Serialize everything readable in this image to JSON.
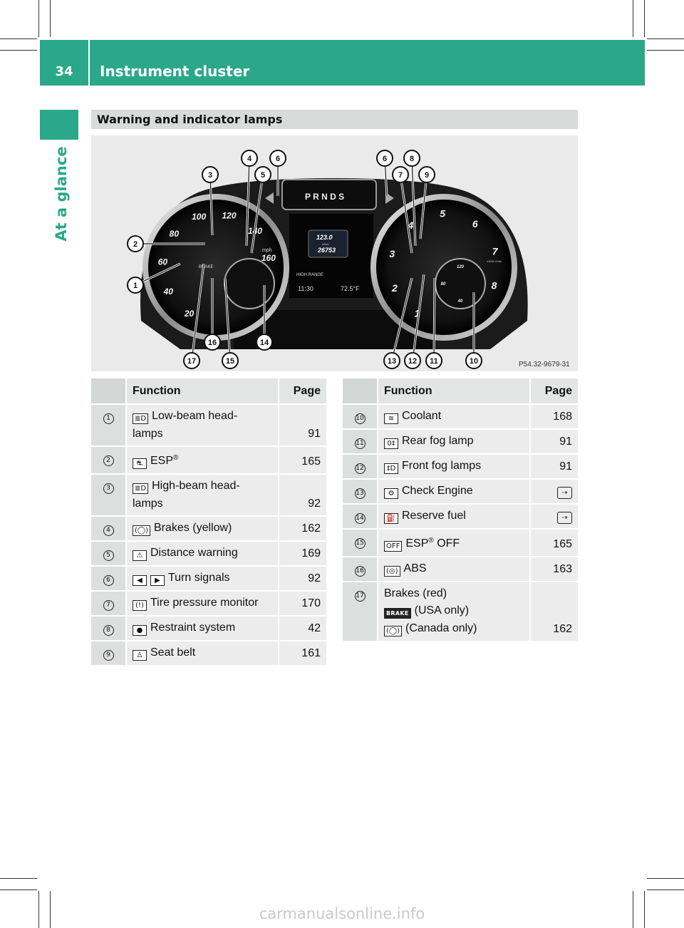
{
  "header": {
    "page_number": "34",
    "chapter_title": "Instrument cluster"
  },
  "side_tab": {
    "label": "At a glance"
  },
  "section_heading": "Warning and indicator lamps",
  "figure": {
    "code": "P54.32-9679-31",
    "display": {
      "gear_indicator": "P R N D S",
      "trip": "123.0",
      "trip_unit": "miles",
      "odometer": "26753",
      "range_label": "HIGH RANGE",
      "time": "11:30",
      "temperature": "72.5°F",
      "speed_unit": "mph",
      "tach_unit": "x1000 r/min",
      "brake_label": "BRAKE",
      "speed_ticks": [
        "20",
        "40",
        "60",
        "80",
        "100",
        "120",
        "140",
        "160"
      ],
      "rpm_ticks": [
        "1",
        "2",
        "3",
        "4",
        "5",
        "6",
        "7",
        "8"
      ],
      "coolant_ticks": [
        "40",
        "80",
        "120"
      ]
    },
    "callouts": [
      "1",
      "2",
      "3",
      "4",
      "5",
      "6",
      "6",
      "7",
      "8",
      "9",
      "10",
      "11",
      "12",
      "13",
      "14",
      "15",
      "16",
      "17"
    ]
  },
  "table_left": {
    "headers": {
      "function": "Function",
      "page": "Page"
    },
    "rows": [
      {
        "num": "1",
        "icon": "≣D",
        "name": "low-beam-icon",
        "text": "Low-beam head-",
        "text2": "lamps",
        "page": "91"
      },
      {
        "num": "2",
        "icon": "⛐",
        "name": "esp-icon",
        "text": "ESP",
        "sup": "®",
        "page": "165"
      },
      {
        "num": "3",
        "icon": "≣D",
        "name": "high-beam-icon",
        "text": "High-beam head-",
        "text2": "lamps",
        "page": "92"
      },
      {
        "num": "4",
        "icon": "(◯)",
        "name": "brake-yellow-icon",
        "text": "Brakes (yellow)",
        "page": "162"
      },
      {
        "num": "5",
        "icon": "⚠",
        "name": "distance-warning-icon",
        "text": "Distance warning",
        "page": "169"
      },
      {
        "num": "6",
        "icon": "◀",
        "icon2": "▶",
        "name": "turn-signal-icon",
        "text": "Turn signals",
        "page": "92"
      },
      {
        "num": "7",
        "icon": "(!)",
        "name": "tire-pressure-icon",
        "text": "Tire pressure monitor",
        "page": "170"
      },
      {
        "num": "8",
        "icon": "●",
        "name": "restraint-system-icon",
        "text": "Restraint system",
        "page": "42"
      },
      {
        "num": "9",
        "icon": "♙",
        "name": "seat-belt-icon",
        "text": "Seat belt",
        "page": "161"
      }
    ]
  },
  "table_right": {
    "headers": {
      "function": "Function",
      "page": "Page"
    },
    "rows": [
      {
        "num": "10",
        "icon": "≋",
        "name": "coolant-icon",
        "text": "Coolant",
        "page": "168"
      },
      {
        "num": "11",
        "icon": "0‡",
        "name": "rear-fog-icon",
        "text": "Rear fog lamp",
        "page": "91"
      },
      {
        "num": "12",
        "icon": "‡D",
        "name": "front-fog-icon",
        "text": "Front fog lamps",
        "page": "91"
      },
      {
        "num": "13",
        "icon": "⚙",
        "name": "check-engine-icon",
        "text": "Check Engine",
        "page_icon": "⇢"
      },
      {
        "num": "14",
        "icon": "⛽",
        "name": "reserve-fuel-icon",
        "text": "Reserve fuel",
        "page_icon": "⇢"
      },
      {
        "num": "15",
        "icon": "OFF",
        "name": "esp-off-icon",
        "text": "ESP",
        "sup": "®",
        "text_after": " OFF",
        "page": "165"
      },
      {
        "num": "16",
        "icon": "(◎)",
        "name": "abs-icon",
        "text": "ABS",
        "page": "163"
      }
    ],
    "brakes_red": {
      "num": "17",
      "title": "Brakes (red)",
      "line1_icon": "BRAKE",
      "line1_text": "(USA only)",
      "line2_icon": "(◯)",
      "line2_text": "(Canada only)",
      "page": "162"
    }
  },
  "watermark": "carmanualsonline.info",
  "colors": {
    "accent": "#2aa889",
    "heading_bg": "#d7dbda",
    "cell_bg": "#ececec"
  }
}
